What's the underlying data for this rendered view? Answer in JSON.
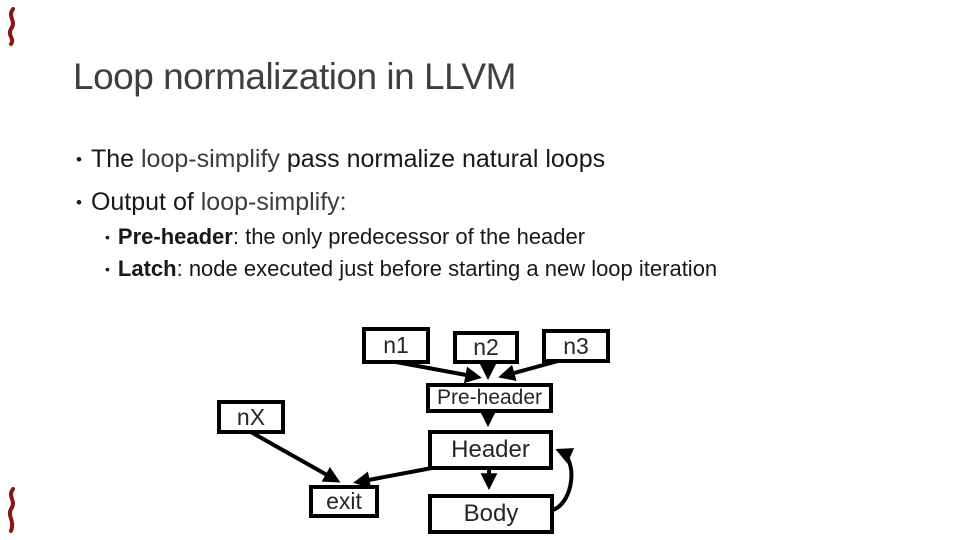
{
  "slide": {
    "title": "Loop normalization in LLVM",
    "bullet_char": "•",
    "bullets": {
      "b1_pre": "The ",
      "b1_code": "loop-simplify",
      "b1_post": " pass normalize natural loops",
      "b2_pre": "Output of ",
      "b2_code": "loop-simplify:",
      "sub1_term": "Pre-header",
      "sub1_rest": ": the only predecessor of the header",
      "sub2_term": "Latch",
      "sub2_rest": ": node executed just before starting a new loop iteration"
    }
  },
  "diagram": {
    "nodes": {
      "n1": "n1",
      "n2": "n2",
      "n3": "n3",
      "preheader": "Pre-header",
      "nx": "nX",
      "header": "Header",
      "exit": "exit",
      "body": "Body"
    },
    "edges": [
      "n1 -> Pre-header",
      "n2 -> Pre-header",
      "n3 -> Pre-header",
      "Pre-header -> Header",
      "Header -> Body",
      "Body -> Header",
      "Header -> exit",
      "nX -> exit"
    ]
  },
  "colors": {
    "arrow": "#000000",
    "node_border": "#000000",
    "text": "#181818",
    "title_text": "#3f3f3f",
    "accent_red": "#8a1713"
  }
}
